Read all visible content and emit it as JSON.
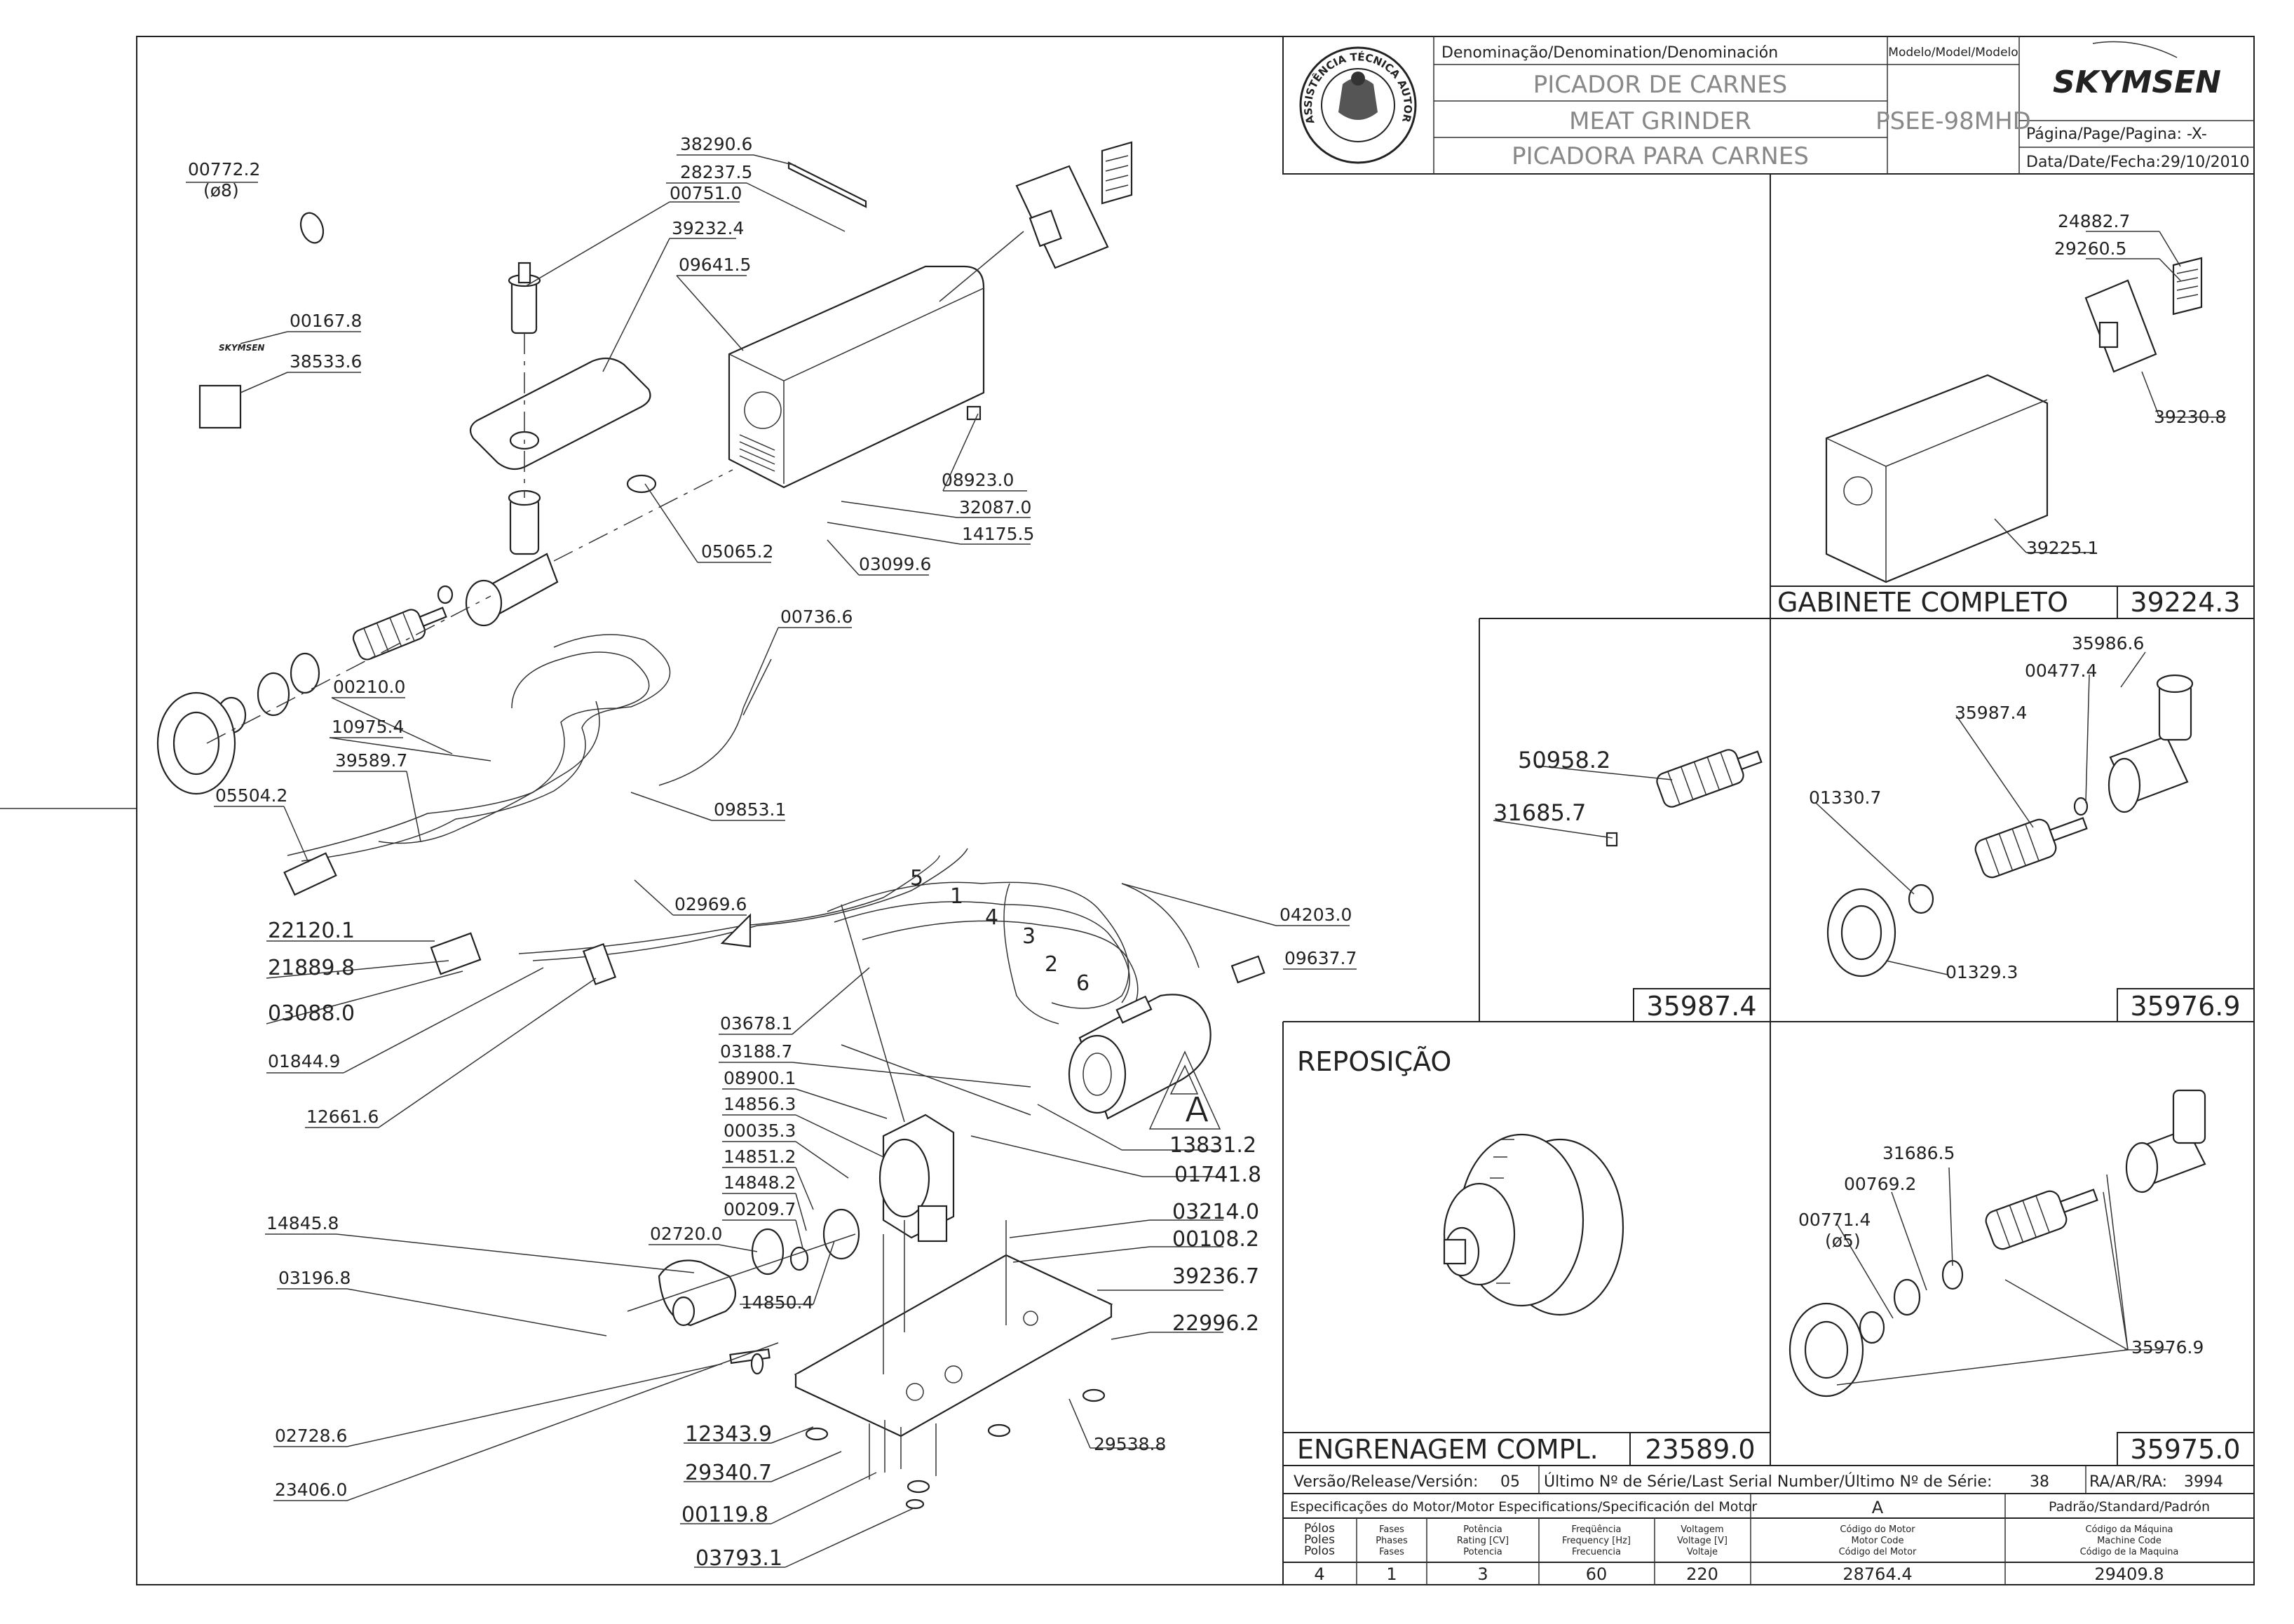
{
  "title_block": {
    "denomination_header": "Denominação/Denomination/Denominación",
    "names": [
      "PICADOR DE CARNES",
      "MEAT GRINDER",
      "PICADORA  PARA CARNES"
    ],
    "model_header": "Modelo/Model/Modelo",
    "model": "PSEE-98MHD",
    "brand": "SKYMSEN",
    "page_label": "Página/Page/Pagina: -X-",
    "date_label": "Data/Date/Fecha:29/10/2010",
    "seal_text": "ASSISTÊNCIA TÉCNICA AUTORIZADA"
  },
  "main_labels": [
    "38290.6",
    "28237.5",
    "00751.0",
    "39232.4",
    "09641.5",
    "00772.2",
    "(ø8)",
    "00167.8",
    "38533.6",
    "08923.0",
    "32087.0",
    "14175.5",
    "03099.6",
    "05065.2",
    "00736.6",
    "00210.0",
    "10975.4",
    "39589.7",
    "05504.2",
    "09853.1",
    "02969.6",
    "22120.1",
    "21889.8",
    "03088.0",
    "01844.9",
    "12661.6",
    "04203.0",
    "09637.7",
    "03678.1",
    "03188.7",
    "08900.1",
    "14856.3",
    "00035.3",
    "14851.2",
    "14848.2",
    "00209.7",
    "02720.0",
    "14850.4",
    "13831.2",
    "01741.8",
    "03214.0",
    "00108.2",
    "39236.7",
    "22996.2",
    "14845.8",
    "03196.8",
    "02728.6",
    "23406.0",
    "12343.9",
    "29340.7",
    "00119.8",
    "03793.1",
    "29538.8",
    "5",
    "1",
    "4",
    "3",
    "2",
    "6",
    "A"
  ],
  "small_labels": [
    "SKYMSEN"
  ],
  "cabinet_panel": {
    "labels": [
      "24882.7",
      "29260.5",
      "39230.8",
      "39225.1"
    ],
    "caption": "GABINETE  COMPLETO",
    "code": "39224.3"
  },
  "screw_panel": {
    "labels": [
      "50958.2",
      "31685.7"
    ],
    "code": "35987.4"
  },
  "head_panel_1": {
    "labels": [
      "35986.6",
      "00477.4",
      "35987.4",
      "01330.7",
      "01329.3"
    ],
    "code": "35976.9"
  },
  "replacement_panel": {
    "title": "REPOSIÇÃO",
    "caption": "ENGRENAGEM  COMPL.",
    "code": "23589.0"
  },
  "head_panel_2": {
    "labels": [
      "31686.5",
      "00769.2",
      "00771.4",
      "(ø5)",
      "35976.9"
    ],
    "code": "35975.0"
  },
  "version_row": {
    "version_label": "Versão/Release/Versión:",
    "version": "05",
    "serial_label": "Último Nº de Série/Last Serial Number/Último Nº de Série:",
    "serial": "38",
    "ra_label": "RA/AR/RA:",
    "ra": "3994"
  },
  "motor_specs": {
    "header": "Especificações do Motor/Motor Especifications/Specificación del Motor",
    "class_value": "A",
    "standard_header": "Padrão/Standard/Padrón",
    "columns": [
      {
        "h1": "Pólos",
        "h2": "Poles",
        "h3": "Polos",
        "value": "4"
      },
      {
        "h1": "Fases",
        "h2": "Phases",
        "h3": "Fases",
        "value": "1"
      },
      {
        "h1": "Potência",
        "h2": "Rating [CV]",
        "h3": "Potencia",
        "value": "3"
      },
      {
        "h1": "Freqüência",
        "h2": "Frequency [Hz]",
        "h3": "Frecuencia",
        "value": "60"
      },
      {
        "h1": "Voltagem",
        "h2": "Voltage [V]",
        "h3": "Voltaje",
        "value": "220"
      },
      {
        "h1": "Código do Motor",
        "h2": "Motor Code",
        "h3": "Código del Motor",
        "value": "28764.4"
      },
      {
        "h1": "Código da Máquina",
        "h2": "Machine Code",
        "h3": "Código de la Maquina",
        "value": "29409.8"
      }
    ]
  }
}
